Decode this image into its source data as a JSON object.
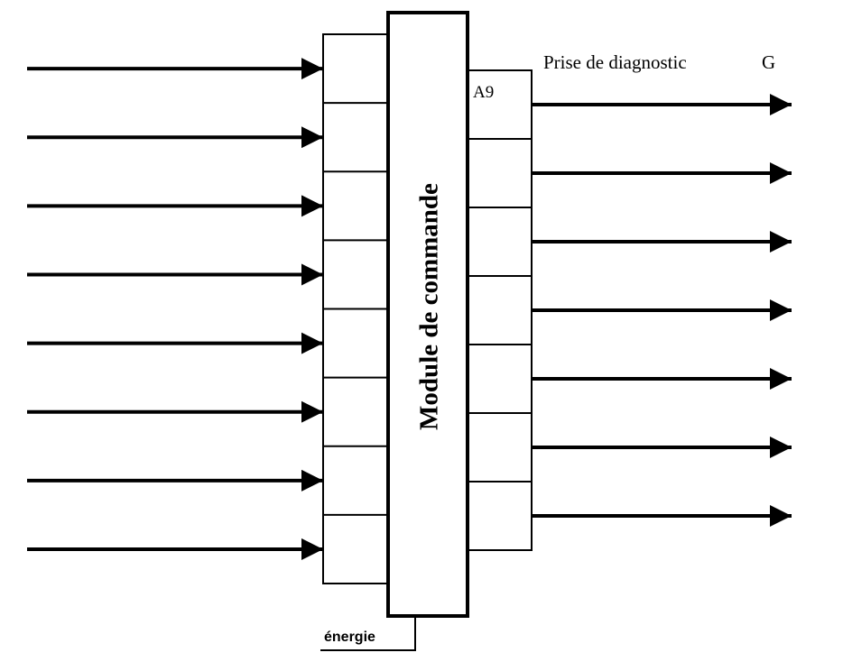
{
  "module": {
    "title": "Module de commande"
  },
  "outputs": {
    "diagnostic_label": "Prise de diagnostic",
    "first_port_label": "A9",
    "group_label": "G"
  },
  "power": {
    "label": "énergie"
  },
  "inputs": {
    "count": 8
  },
  "output_ports": {
    "count": 7
  },
  "colors": {
    "line": "#000000",
    "background": "#ffffff"
  }
}
